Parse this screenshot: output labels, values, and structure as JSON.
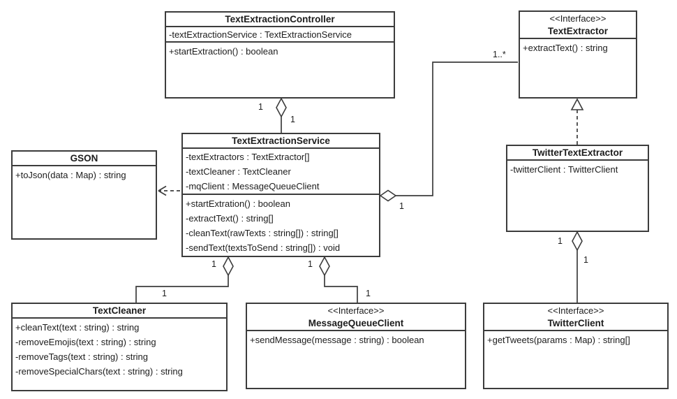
{
  "diagram": {
    "classes": [
      {
        "id": "text-extraction-controller",
        "name": "TextExtractionController",
        "attributes": [
          "-textExtractionService : TextExtractionService"
        ],
        "methods": [
          "+startExtraction() : boolean"
        ]
      },
      {
        "id": "text-extractor",
        "stereotype": "<<Interface>>",
        "name": "TextExtractor",
        "methods": [
          "+extractText() : string"
        ]
      },
      {
        "id": "gson",
        "name": "GSON",
        "methods": [
          "+toJson(data : Map) : string"
        ]
      },
      {
        "id": "text-extraction-service",
        "name": "TextExtractionService",
        "attributes": [
          "-textExtractors : TextExtractor[]",
          "-textCleaner : TextCleaner",
          "-mqClient : MessageQueueClient"
        ],
        "methods": [
          "+startExtration() : boolean",
          "-extractText() : string[]",
          "-cleanText(rawTexts : string[]) : string[]",
          "-sendText(textsToSend : string[]) : void"
        ]
      },
      {
        "id": "twitter-text-extractor",
        "name": "TwitterTextExtractor",
        "attributes": [
          "-twitterClient : TwitterClient"
        ]
      },
      {
        "id": "text-cleaner",
        "name": "TextCleaner",
        "methods": [
          "+cleanText(text : string) : string",
          "-removeEmojis(text : string) : string",
          "-removeTags(text : string) : string",
          "-removeSpecialChars(text : string) : string"
        ]
      },
      {
        "id": "message-queue-client",
        "stereotype": "<<Interface>>",
        "name": "MessageQueueClient",
        "methods": [
          "+sendMessage(message : string) : boolean"
        ]
      },
      {
        "id": "twitter-client",
        "stereotype": "<<Interface>>",
        "name": "TwitterClient",
        "methods": [
          "+getTweets(params : Map) : string[]"
        ]
      }
    ],
    "multiplicities": {
      "controller_service_near": "1",
      "controller_service_far": "1",
      "service_extractor_near": "1",
      "service_extractor_far": "1..*",
      "service_cleaner_near": "1",
      "service_cleaner_far": "1",
      "service_mq_near": "1",
      "service_mq_far": "1",
      "tte_client_near": "1",
      "tte_client_far": "1"
    },
    "line_color": "#3c3c3c"
  }
}
